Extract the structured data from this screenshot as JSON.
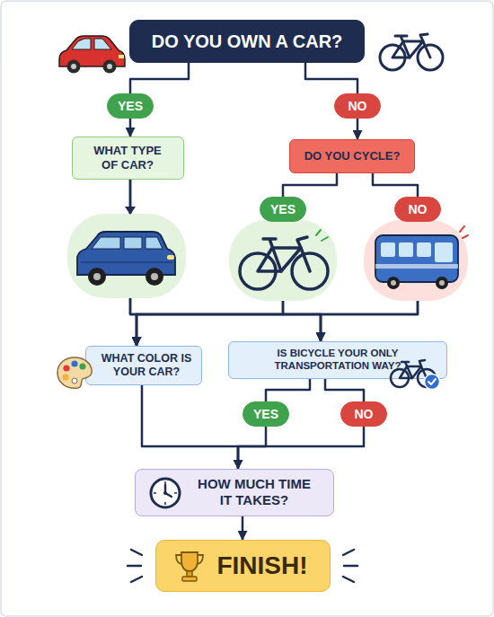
{
  "diagram": {
    "nodes": [
      {
        "text": [
          "DO YOU OWN A CAR?"
        ]
      },
      {
        "text": [
          "YES"
        ]
      },
      {
        "text": [
          "NO"
        ]
      },
      {
        "text": [
          "WHAT TYPE OF CAR?"
        ]
      },
      {
        "text": [
          "DO YOU CYCLE?"
        ]
      },
      {
        "text": [
          "YES"
        ]
      },
      {
        "text": [
          "NO"
        ]
      },
      {
        "text": [
          "WHAT COLOR IS YOUR CAR?"
        ]
      },
      {
        "text": [
          "IS BICYCLE YOUR ONLY TRANSPORTATION WAY?"
        ]
      },
      {
        "text": [
          "YES"
        ]
      },
      {
        "text": [
          "NO"
        ]
      },
      {
        "text": [
          "HOW MUCH TIME IT TAKES?"
        ]
      },
      {
        "text": [
          "FINISH!"
        ]
      }
    ],
    "edges": [
      {
        "from": 0,
        "to": 1,
        "arrow": "none"
      },
      {
        "from": 1,
        "to": 3,
        "arrow": "to"
      },
      {
        "from": 0,
        "to": 2,
        "arrow": "none"
      },
      {
        "from": 2,
        "to": 4,
        "arrow": "to"
      },
      {
        "from": 4,
        "to": 5,
        "arrow": "none"
      },
      {
        "from": 4,
        "to": 6,
        "arrow": "none"
      },
      {
        "from": 3,
        "to": 7,
        "arrow": "to"
      },
      {
        "from": 3,
        "to": 8,
        "arrow": "to"
      },
      {
        "from": 5,
        "to": 7,
        "arrow": "to"
      },
      {
        "from": 5,
        "to": 8,
        "arrow": "to"
      },
      {
        "from": 6,
        "to": 7,
        "arrow": "to"
      },
      {
        "from": 6,
        "to": 8,
        "arrow": "to"
      },
      {
        "from": 8,
        "to": 9,
        "arrow": "none"
      },
      {
        "from": 8,
        "to": 10,
        "arrow": "none"
      },
      {
        "from": 7,
        "to": 11,
        "arrow": "to"
      },
      {
        "from": 9,
        "to": 11,
        "arrow": "to"
      },
      {
        "from": 10,
        "to": 11,
        "arrow": "to"
      },
      {
        "from": 11,
        "to": 12,
        "arrow": "to"
      }
    ]
  }
}
